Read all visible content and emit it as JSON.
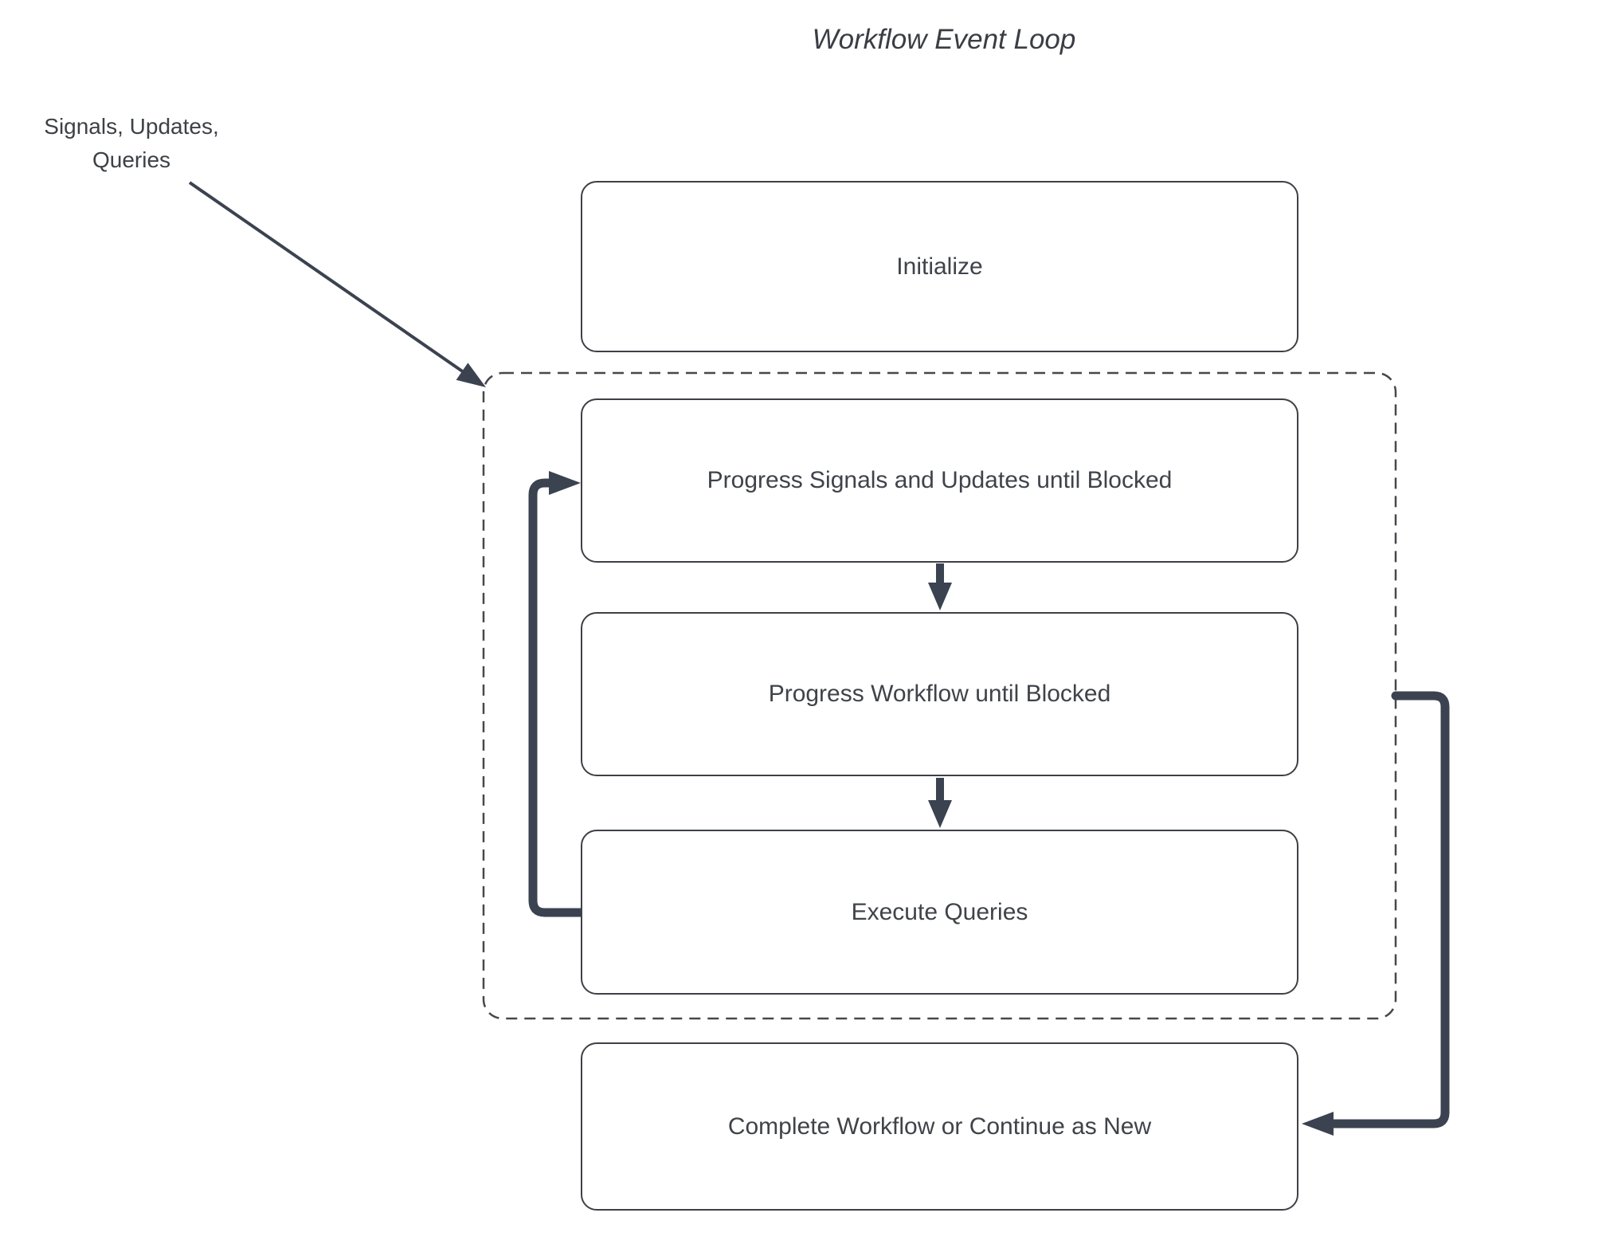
{
  "page": {
    "title": "Workflow Event Loop"
  },
  "external_input": {
    "line1": "Signals, Updates,",
    "line2": "Queries"
  },
  "nodes": {
    "initialize": {
      "label": "Initialize"
    },
    "progress_signals": {
      "label": "Progress Signals and Updates until Blocked"
    },
    "progress_workflow": {
      "label": "Progress Workflow until Blocked"
    },
    "execute_queries": {
      "label": "Execute Queries"
    },
    "complete": {
      "label": "Complete Workflow or Continue as New"
    }
  },
  "edges": [
    {
      "from": "external-input-label",
      "to": "event-loop-container",
      "style": "thin-diagonal-arrow"
    },
    {
      "from": "progress_signals",
      "to": "progress_workflow",
      "style": "thick-down-arrow"
    },
    {
      "from": "progress_workflow",
      "to": "execute_queries",
      "style": "thick-down-arrow"
    },
    {
      "from": "execute_queries",
      "to": "progress_signals",
      "style": "thick-left-loop-arrow"
    },
    {
      "from": "event-loop-container",
      "to": "complete",
      "style": "thick-right-elbow-arrow"
    }
  ],
  "colors": {
    "background": "#ffffff",
    "connector": "#3b4250",
    "box_border": "#3e4045",
    "dashed_border": "#46484d",
    "text": "#3f434a",
    "title_text": "#3a3e44"
  }
}
